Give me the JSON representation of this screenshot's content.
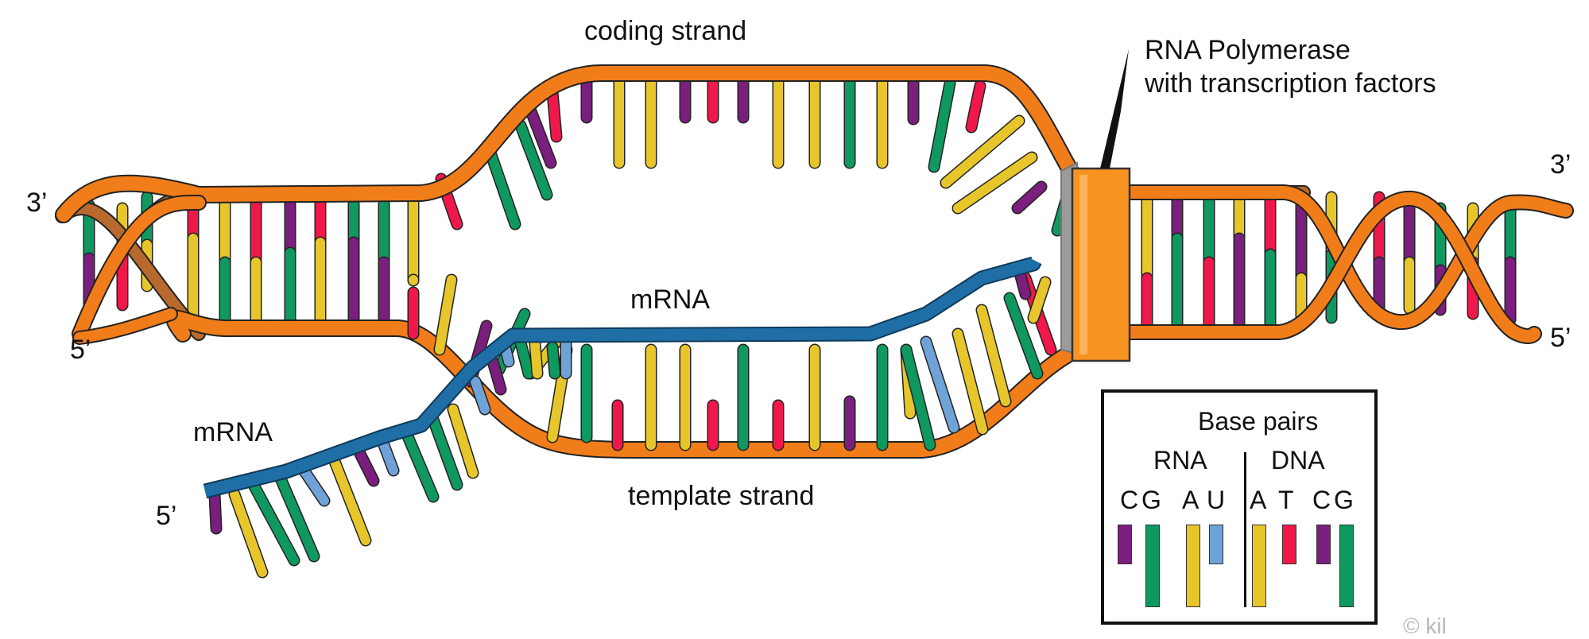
{
  "labels": {
    "coding_strand": "coding strand",
    "template_strand": "template strand",
    "mrna_top": "mRNA",
    "mrna_left": "mRNA",
    "polymerase_line1": "RNA Polymerase",
    "polymerase_line2": "with transcription factors",
    "left_3prime": "3’",
    "left_5prime": "5’",
    "right_3prime": "3’",
    "right_5prime": "5’",
    "mrna_5prime": "5’"
  },
  "legend": {
    "title": "Base pairs",
    "rna_header": "RNA",
    "dna_header": "DNA",
    "rna_bases": [
      "C",
      "G",
      "A",
      "U"
    ],
    "dna_bases": [
      "A",
      "T",
      "C",
      "G"
    ]
  },
  "copyright": "© kil",
  "colors": {
    "backbone": "#f07d1a",
    "backbone_dark": "#b8692e",
    "mrna": "#1f6fa6",
    "polymerase": "#f79320",
    "C": "#7b1f7e",
    "G": "#0f9960",
    "A": "#e6c62a",
    "U": "#6fa3d8",
    "T": "#f0184a"
  }
}
